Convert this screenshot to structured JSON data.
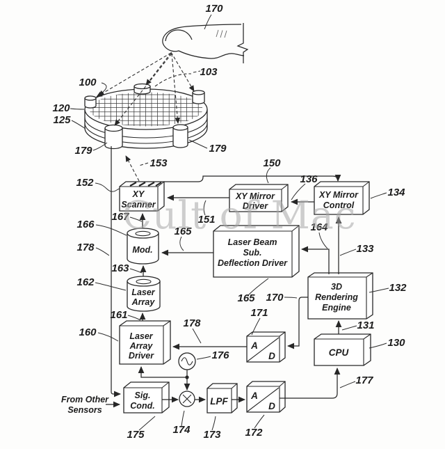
{
  "watermark": "Cult of Mac",
  "colors": {
    "ink": "#272727",
    "watermark_gray": "#a5a5a5"
  },
  "blocks": {
    "xy_scanner": {
      "line1": "XY",
      "line2": "Scanner",
      "ref": "152"
    },
    "xy_mirror_driver": {
      "line1": "XY Mirror",
      "line2": "Driver",
      "ref": "150"
    },
    "xy_mirror_control": {
      "line1": "XY Mirror",
      "line2": "Control",
      "ref": "134"
    },
    "deflection_driver": {
      "line1": "Laser Beam",
      "line2": "Sub.",
      "line3": "Deflection Driver",
      "ref": "165"
    },
    "rendering_engine": {
      "line1": "3D",
      "line2": "Rendering",
      "line3": "Engine",
      "ref": "132"
    },
    "cpu": {
      "label": "CPU",
      "ref": "130"
    },
    "modulator": {
      "label": "Mod.",
      "ref": "166"
    },
    "laser_array": {
      "line1": "Laser",
      "line2": "Array",
      "ref": "162"
    },
    "laser_array_driver": {
      "line1": "Laser",
      "line2": "Array",
      "line3": "Driver",
      "ref": "160"
    },
    "sig_cond": {
      "line1": "Sig.",
      "line2": "Cond.",
      "ref": "175"
    },
    "lpf": {
      "label": "LPF",
      "ref": "173"
    },
    "adc_upper": {
      "a": "A",
      "d": "D",
      "ref": "171"
    },
    "adc_lower": {
      "a": "A",
      "d": "D",
      "ref": "172"
    },
    "oscillator": {
      "ref": "176"
    },
    "multiplier": {
      "ref": "174"
    }
  },
  "device": {
    "finger_ref": "170",
    "beam_fan_ref": "103",
    "housing_ref": "100",
    "surface_ref": "120",
    "base_ref": "125",
    "post_left_ref": "179",
    "post_right_ref": "179"
  },
  "lines": {
    "scanner_beam": "153",
    "detector": "178",
    "driver_to_scanner": "151",
    "control_to_driver": "136",
    "engine_to_control": "133",
    "engine_to_deflection": "164",
    "deflection_to_mod": "165",
    "mod_to_scanner": "167",
    "array_to_mod": "163",
    "driver_to_array": "161",
    "cpu_to_engine": "131",
    "adc_to_cpu": "177",
    "engine_to_adc": "170",
    "adc_to_laser_driver": "178"
  },
  "annotations": {
    "from_other_line1": "From Other",
    "from_other_line2": "Sensors"
  }
}
